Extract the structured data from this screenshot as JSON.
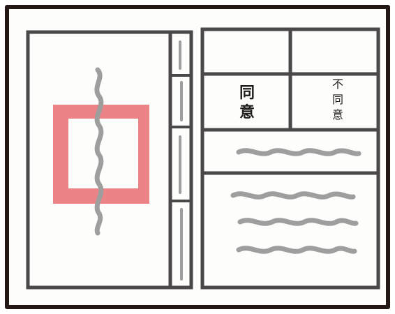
{
  "colors": {
    "outer_frame": "#231815",
    "panel_stroke": "#4a4848",
    "paper": "#fdfdfb",
    "stamp": "#ea7a7d",
    "squiggle": "#9e9e9e",
    "ink": "#1f1c1b"
  },
  "left_panel": {
    "stamp_icon": "square-seal-icon",
    "vertical_line_icon": "wavy-vertical-line-icon"
  },
  "right_panel": {
    "agree_label": [
      "同",
      "意"
    ],
    "disagree_label": [
      "不",
      "同",
      "意"
    ],
    "placeholder_line_icon": "wavy-text-line-icon"
  }
}
